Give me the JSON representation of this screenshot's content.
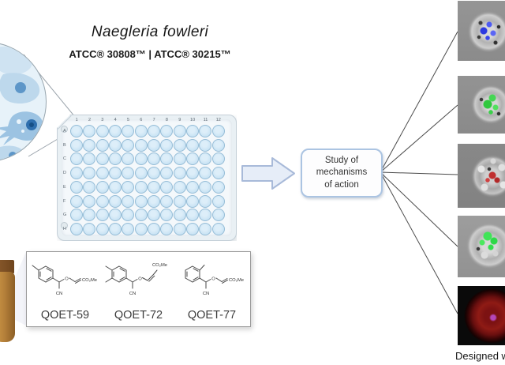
{
  "header": {
    "species": "Naegleria fowleri",
    "strains": "ATCC® 30808™ | ATCC® 30215™"
  },
  "plate": {
    "columns": [
      "1",
      "2",
      "3",
      "4",
      "5",
      "6",
      "7",
      "8",
      "9",
      "10",
      "11",
      "12"
    ],
    "rows": [
      "A",
      "B",
      "C",
      "D",
      "E",
      "F",
      "G",
      "H"
    ],
    "well_color": "#c9e3f4"
  },
  "compounds": {
    "atoms": {
      "o": "O",
      "cn": "CN",
      "ester": "CO₂Me"
    },
    "items": [
      {
        "label": "QOET-59"
      },
      {
        "label": "QOET-72"
      },
      {
        "label": "QOET-77"
      }
    ]
  },
  "flow": {
    "study_line1": "Study of",
    "study_line2": "mechanisms",
    "study_line3": "of action",
    "arrow_fill": "#e6edf8",
    "arrow_border": "#a8bad9"
  },
  "micrographs": {
    "stain_colors": [
      "#3a46ea",
      "#2fc83e",
      "#c03030",
      "#2ed848",
      "#8f1b15"
    ]
  },
  "footer": {
    "credit": "Designed w"
  }
}
